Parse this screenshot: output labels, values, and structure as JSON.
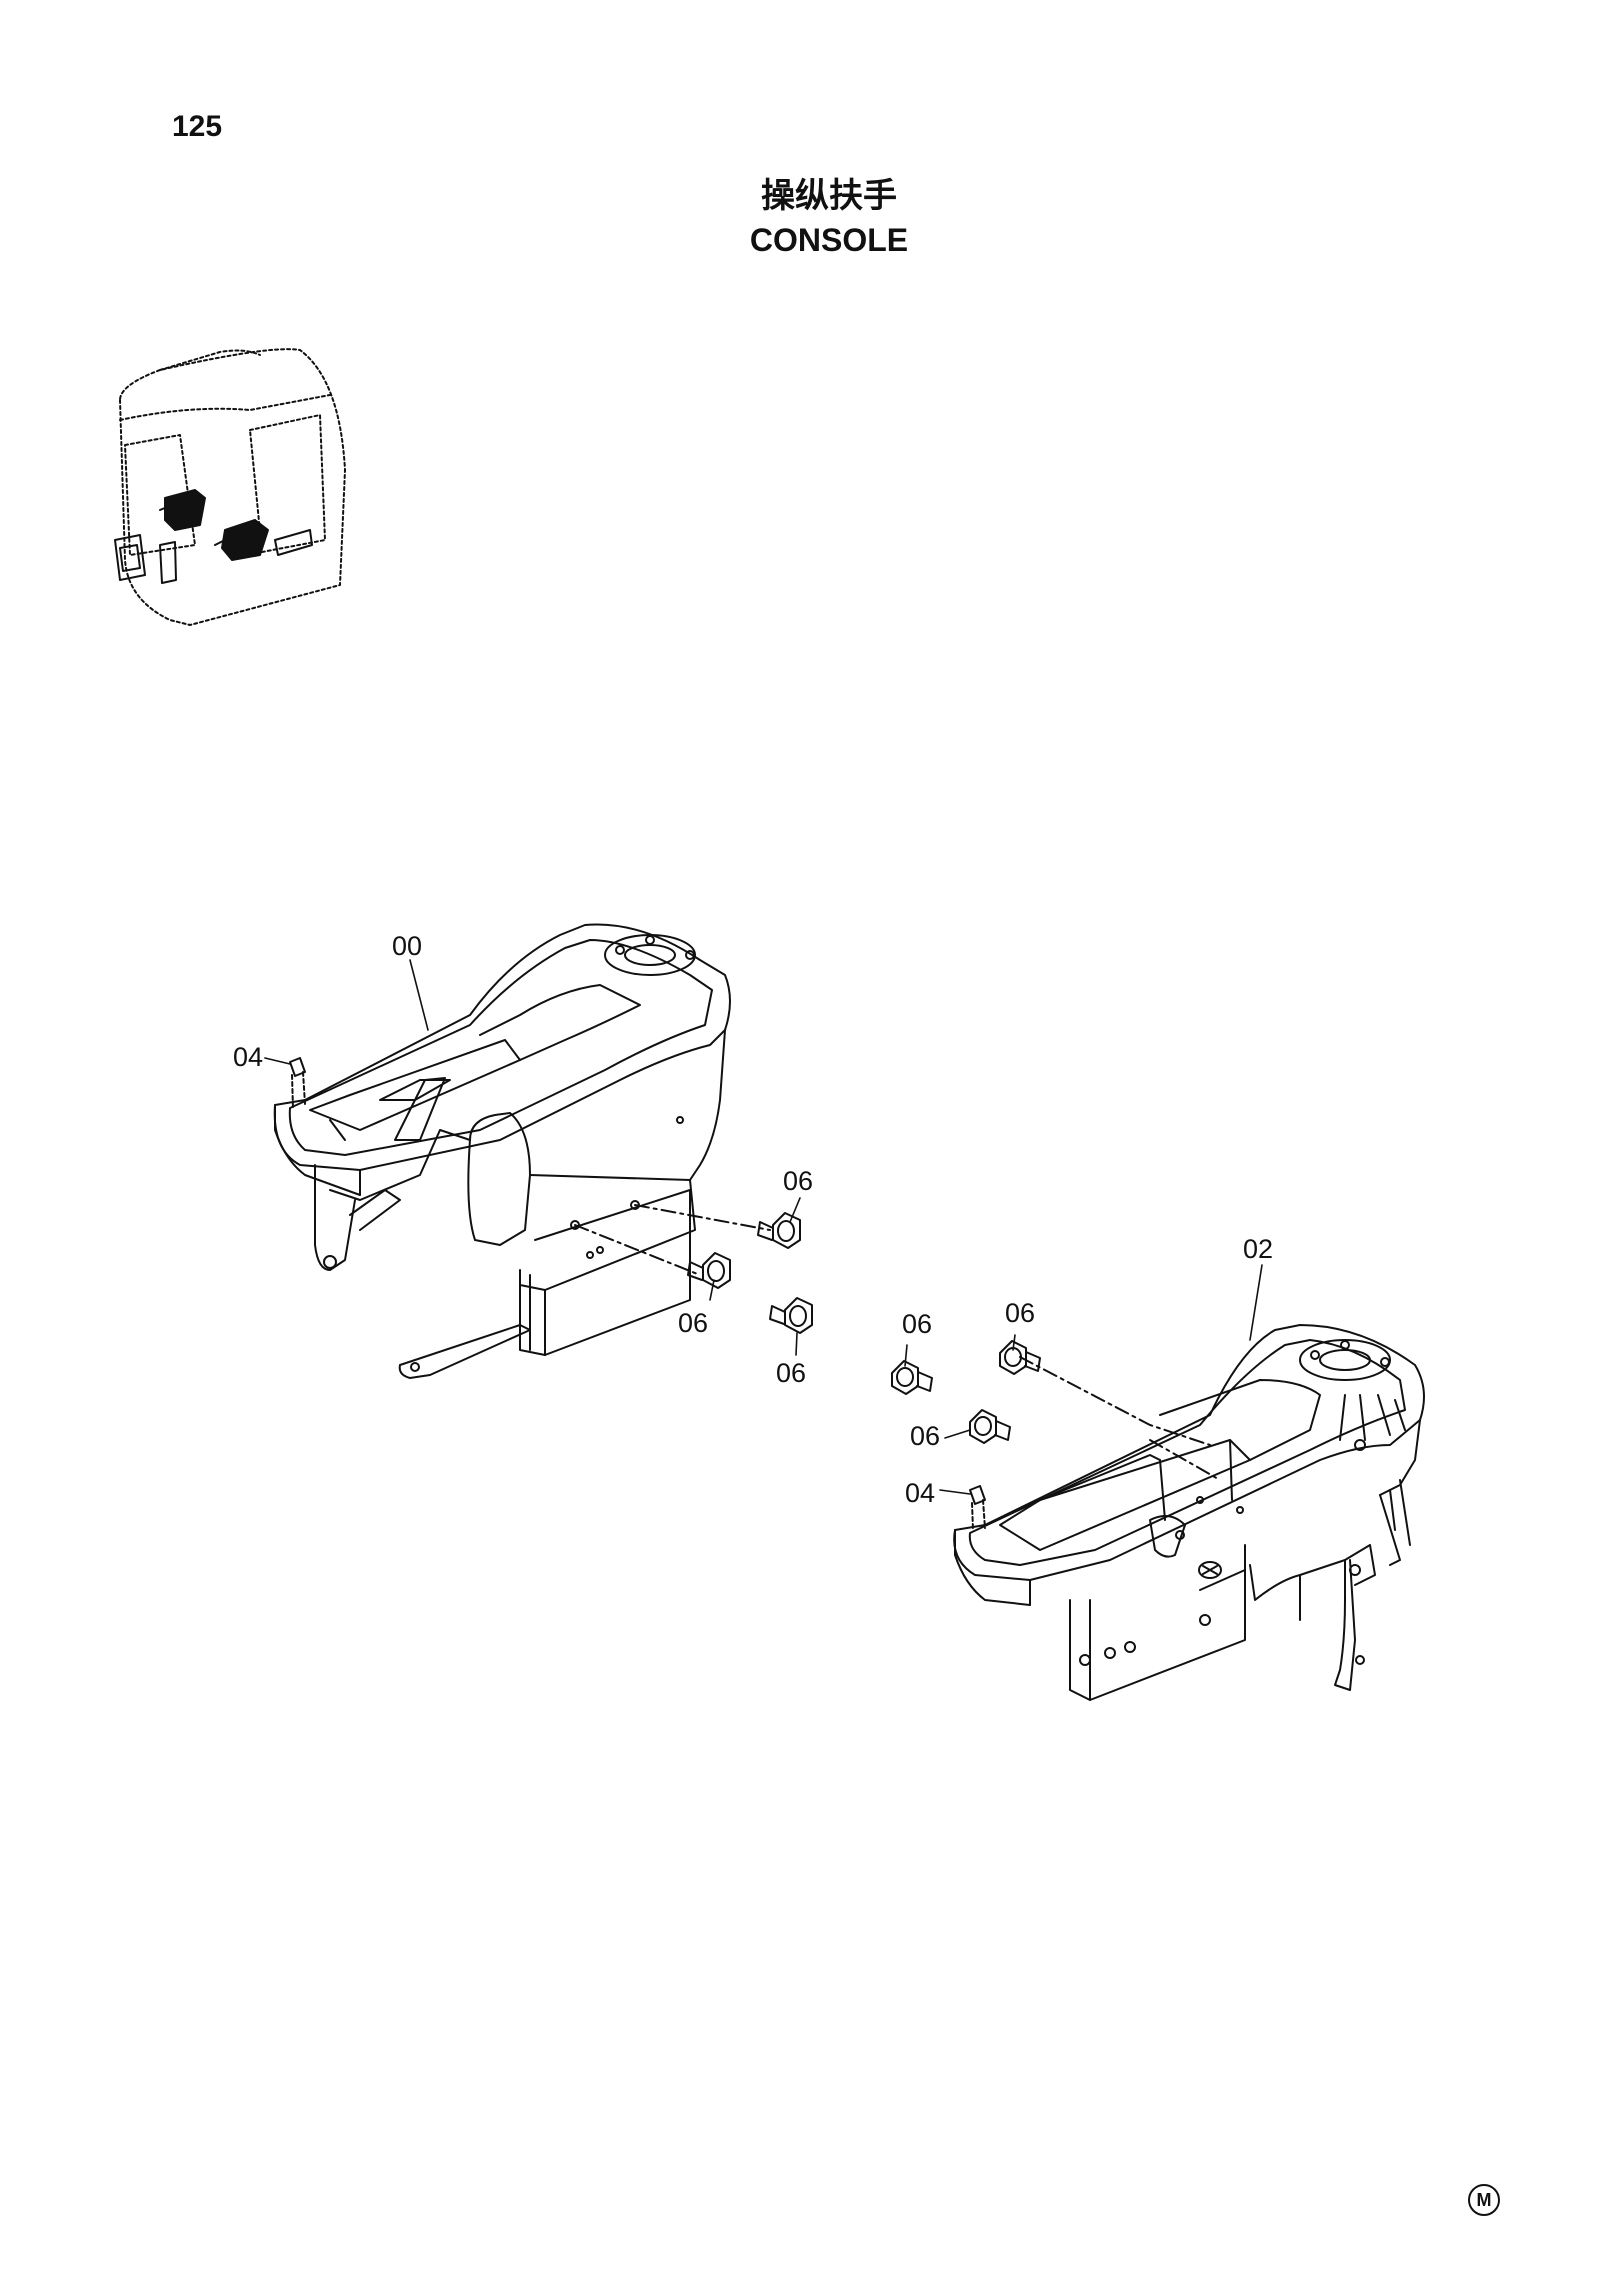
{
  "page_number": "125",
  "title_zh": "操纵扶手",
  "title_en": "CONSOLE",
  "callouts": [
    {
      "id": "left-console",
      "label": "00"
    },
    {
      "id": "left-cap",
      "label": "04"
    },
    {
      "id": "left-bolt-upper",
      "label": "06"
    },
    {
      "id": "left-bolt-middle",
      "label": "06"
    },
    {
      "id": "left-bolt-lower",
      "label": "06"
    },
    {
      "id": "right-console",
      "label": "02"
    },
    {
      "id": "right-bolt-a",
      "label": "06"
    },
    {
      "id": "right-bolt-b",
      "label": "06"
    },
    {
      "id": "right-bolt-c",
      "label": "06"
    },
    {
      "id": "right-cap",
      "label": "04"
    }
  ],
  "brand_mark": "M"
}
